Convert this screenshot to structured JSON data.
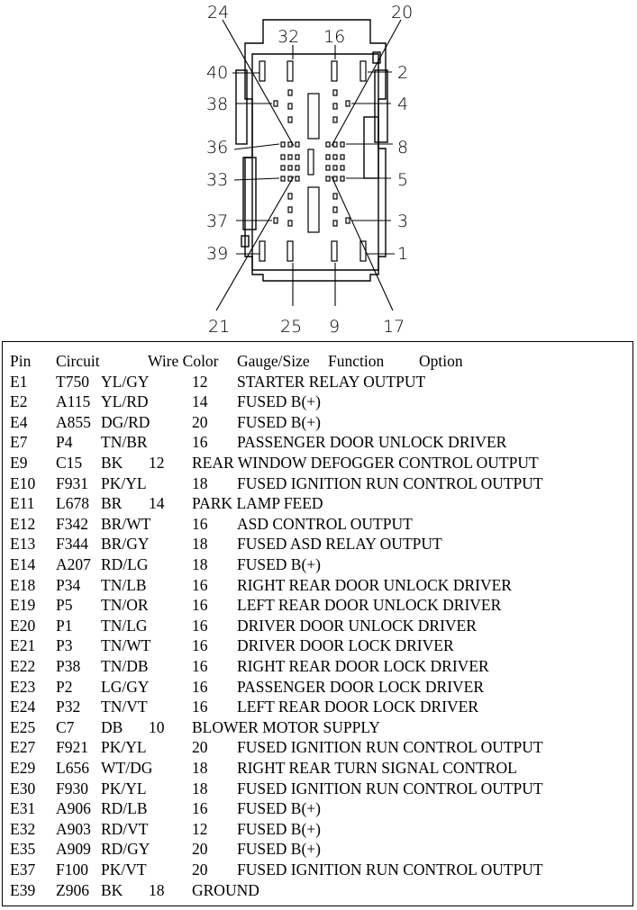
{
  "connector": {
    "pin_labels": {
      "p24": "24",
      "p32": "32",
      "p16": "16",
      "p20": "20",
      "p40": "40",
      "p2": "2",
      "p38": "38",
      "p4": "4",
      "p36": "36",
      "p8": "8",
      "p33": "33",
      "p5": "5",
      "p37": "37",
      "p3": "3",
      "p39": "39",
      "p1": "1",
      "p21": "21",
      "p25": "25",
      "p9": "9",
      "p17": "17"
    }
  },
  "table": {
    "headers": {
      "pin": "Pin",
      "circuit": "Circuit",
      "wire_color": "Wire Color",
      "gauge": "Gauge/Size",
      "function": "Function",
      "option": "Option"
    },
    "rows": [
      {
        "pin": "E1",
        "circuit": "T750",
        "wire": "YL/GY",
        "gauge": "12",
        "function": "STARTER RELAY OUTPUT"
      },
      {
        "pin": "E2",
        "circuit": "A115",
        "wire": "YL/RD",
        "gauge": "14",
        "function": "FUSED B(+)"
      },
      {
        "pin": "E4",
        "circuit": "A855",
        "wire": "DG/RD",
        "gauge": "20",
        "function": "FUSED B(+)"
      },
      {
        "pin": "E7",
        "circuit": "P4",
        "wire": "TN/BR",
        "gauge": "16",
        "function": "PASSENGER DOOR UNLOCK DRIVER"
      },
      {
        "pin": "E9",
        "circuit": "C15",
        "wire": "BK",
        "gauge": "12",
        "function": "REAR WINDOW DEFOGGER CONTROL OUTPUT",
        "short": true
      },
      {
        "pin": "E10",
        "circuit": "F931",
        "wire": "PK/YL",
        "gauge": "18",
        "function": "FUSED IGNITION RUN CONTROL OUTPUT"
      },
      {
        "pin": "E11",
        "circuit": "L678",
        "wire": "BR",
        "gauge": "14",
        "function": "PARK LAMP FEED",
        "short": true
      },
      {
        "pin": "E12",
        "circuit": "F342",
        "wire": "BR/WT",
        "gauge": "16",
        "function": "ASD CONTROL OUTPUT"
      },
      {
        "pin": "E13",
        "circuit": "F344",
        "wire": "BR/GY",
        "gauge": "18",
        "function": "FUSED ASD RELAY OUTPUT"
      },
      {
        "pin": "E14",
        "circuit": "A207",
        "wire": "RD/LG",
        "gauge": "18",
        "function": "FUSED B(+)"
      },
      {
        "pin": "E18",
        "circuit": "P34",
        "wire": "TN/LB",
        "gauge": "16",
        "function": "RIGHT REAR DOOR UNLOCK DRIVER"
      },
      {
        "pin": "E19",
        "circuit": "P5",
        "wire": "TN/OR",
        "gauge": "16",
        "function": "LEFT REAR DOOR UNLOCK DRIVER"
      },
      {
        "pin": "E20",
        "circuit": "P1",
        "wire": "TN/LG",
        "gauge": "16",
        "function": "DRIVER DOOR UNLOCK DRIVER"
      },
      {
        "pin": "E21",
        "circuit": "P3",
        "wire": "TN/WT",
        "gauge": "16",
        "function": "DRIVER DOOR LOCK DRIVER"
      },
      {
        "pin": "E22",
        "circuit": "P38",
        "wire": "TN/DB",
        "gauge": "16",
        "function": "RIGHT REAR DOOR LOCK DRIVER"
      },
      {
        "pin": "E23",
        "circuit": "P2",
        "wire": "LG/GY",
        "gauge": "16",
        "function": "PASSENGER DOOR LOCK DRIVER"
      },
      {
        "pin": "E24",
        "circuit": "P32",
        "wire": "TN/VT",
        "gauge": "16",
        "function": "LEFT REAR DOOR LOCK DRIVER"
      },
      {
        "pin": "E25",
        "circuit": "C7",
        "wire": "DB",
        "gauge": "10",
        "function": "BLOWER MOTOR SUPPLY",
        "short": true
      },
      {
        "pin": "E27",
        "circuit": "F921",
        "wire": "PK/YL",
        "gauge": "20",
        "function": "FUSED IGNITION RUN CONTROL OUTPUT"
      },
      {
        "pin": "E29",
        "circuit": "L656",
        "wire": "WT/DG",
        "gauge": "18",
        "function": "RIGHT REAR TURN SIGNAL CONTROL"
      },
      {
        "pin": "E30",
        "circuit": "F930",
        "wire": "PK/YL",
        "gauge": "18",
        "function": "FUSED IGNITION RUN CONTROL OUTPUT"
      },
      {
        "pin": "E31",
        "circuit": "A906",
        "wire": "RD/LB",
        "gauge": "16",
        "function": "FUSED B(+)"
      },
      {
        "pin": "E32",
        "circuit": "A903",
        "wire": "RD/VT",
        "gauge": "12",
        "function": "FUSED B(+)"
      },
      {
        "pin": "E35",
        "circuit": "A909",
        "wire": "RD/GY",
        "gauge": "20",
        "function": "FUSED B(+)"
      },
      {
        "pin": "E37",
        "circuit": "F100",
        "wire": "PK/VT",
        "gauge": "20",
        "function": "FUSED IGNITION RUN CONTROL OUTPUT"
      },
      {
        "pin": "E39",
        "circuit": "Z906",
        "wire": "BK",
        "gauge": "18",
        "function": "GROUND",
        "short": true
      }
    ]
  }
}
